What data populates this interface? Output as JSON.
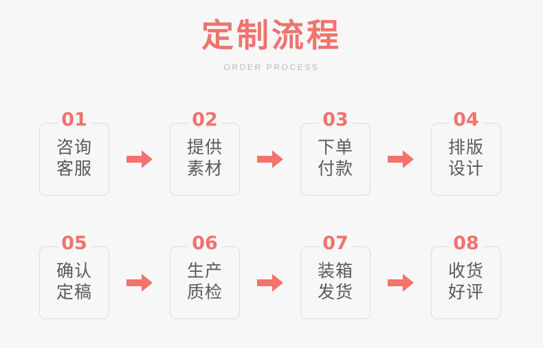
{
  "header": {
    "title": "定制流程",
    "subtitle": "ORDER PROCESS"
  },
  "colors": {
    "accent": "#f0736d",
    "number": "#f2726c",
    "arrow": "#f2726c",
    "text": "#595959",
    "subtitle": "#b9b9b9",
    "border": "#dcdcdc",
    "background": "#f7f7f7"
  },
  "arrow_icon": "arrow-right-icon",
  "rows": [
    {
      "steps": [
        {
          "number": "01",
          "label": "咨询\n客服"
        },
        {
          "number": "02",
          "label": "提供\n素材"
        },
        {
          "number": "03",
          "label": "下单\n付款"
        },
        {
          "number": "04",
          "label": "排版\n设计"
        }
      ]
    },
    {
      "steps": [
        {
          "number": "05",
          "label": "确认\n定稿"
        },
        {
          "number": "06",
          "label": "生产\n质检"
        },
        {
          "number": "07",
          "label": "装箱\n发货"
        },
        {
          "number": "08",
          "label": "收货\n好评"
        }
      ]
    }
  ]
}
